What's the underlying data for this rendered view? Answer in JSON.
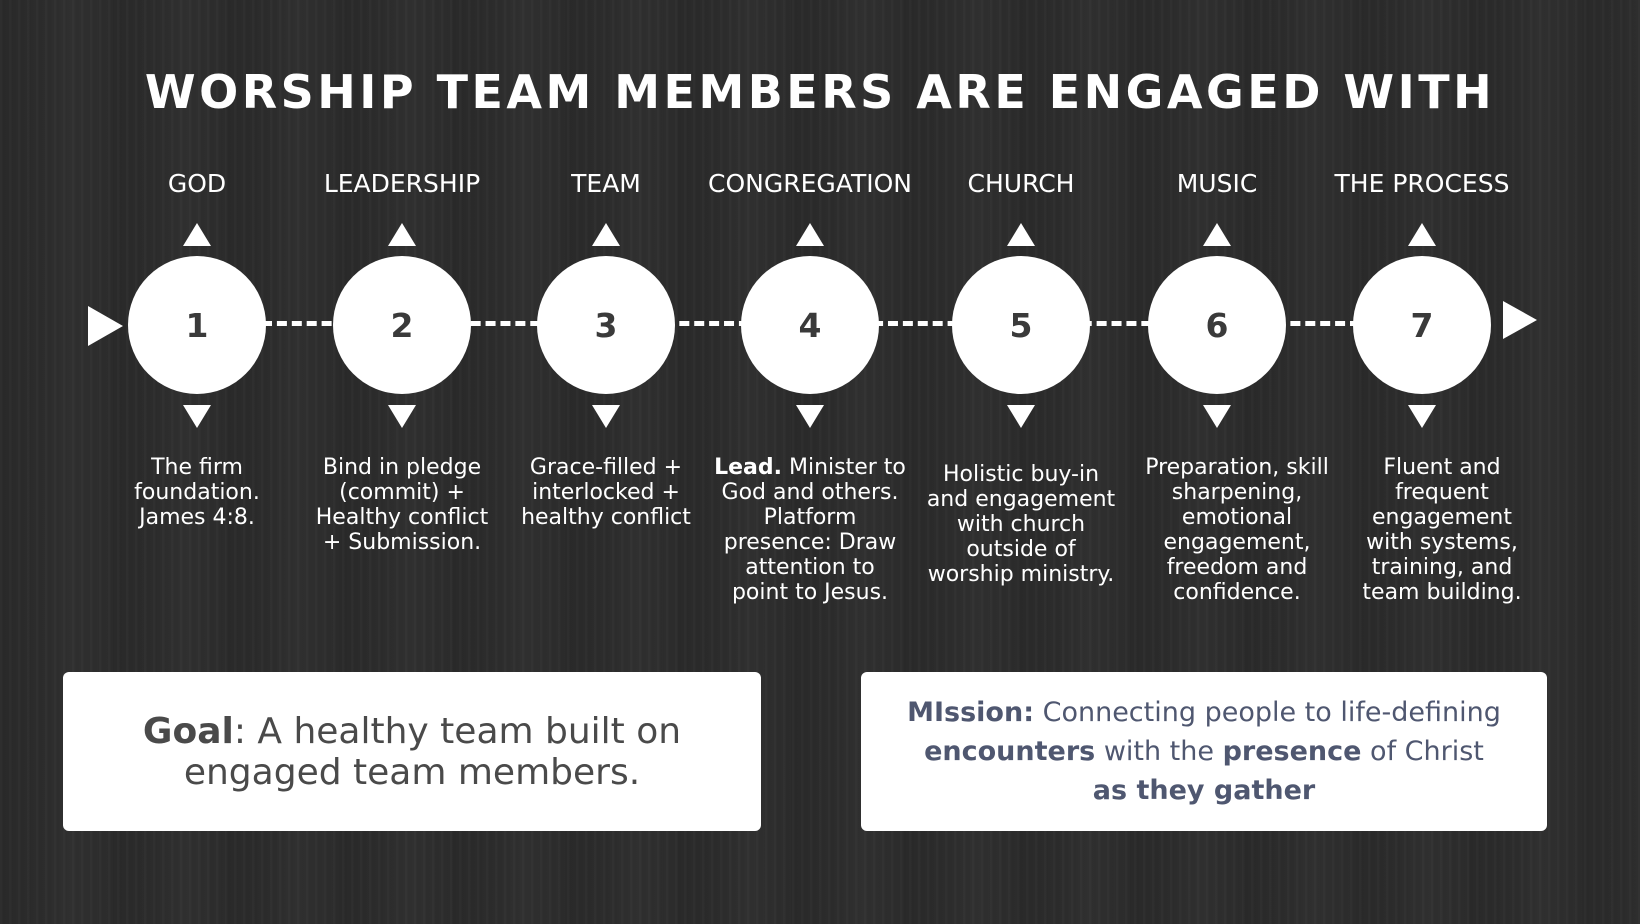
{
  "title": "WORSHIP TEAM MEMBERS ARE ENGAGED WITH",
  "steps": [
    {
      "number": "1",
      "label": "GOD",
      "desc_lines": [
        "The firm",
        "foundation.",
        "James 4:8."
      ]
    },
    {
      "number": "2",
      "label": "LEADERSHIP",
      "desc_lines": [
        "Bind in pledge",
        "(commit) +",
        "Healthy conflict",
        "+ Submission."
      ]
    },
    {
      "number": "3",
      "label": "TEAM",
      "desc_lines": [
        "Grace-filled +",
        "interlocked +",
        "healthy conflict"
      ]
    },
    {
      "number": "4",
      "label": "CONGREGATION",
      "desc_bold": "Lead.",
      "desc_lines": [
        " Minister to",
        "God and others.",
        "Platform",
        "presence: Draw",
        "attention to",
        "point to Jesus."
      ]
    },
    {
      "number": "5",
      "label": "CHURCH",
      "desc_lines": [
        "Holistic buy-in",
        "and engagement",
        "with church",
        "outside of",
        "worship ministry."
      ]
    },
    {
      "number": "6",
      "label": "MUSIC",
      "desc_lines": [
        "Preparation, skill",
        "sharpening,",
        "emotional",
        "engagement,",
        "freedom and",
        "confidence."
      ]
    },
    {
      "number": "7",
      "label": "THE PROCESS",
      "desc_lines": [
        "Fluent and",
        "frequent",
        "engagement",
        "with systems,",
        "training, and",
        "team building."
      ]
    }
  ],
  "goal": {
    "label": "Goal",
    "text_line1": ": A healthy team built on",
    "text_line2": "engaged team members."
  },
  "mission": {
    "label": "MIssion:",
    "line1_rest": " Connecting people to life-defining",
    "encounters": "encounters",
    "with_the": " with the ",
    "presence": "presence",
    "of_christ": " of Christ",
    "as_they_gather": "as they gather"
  }
}
